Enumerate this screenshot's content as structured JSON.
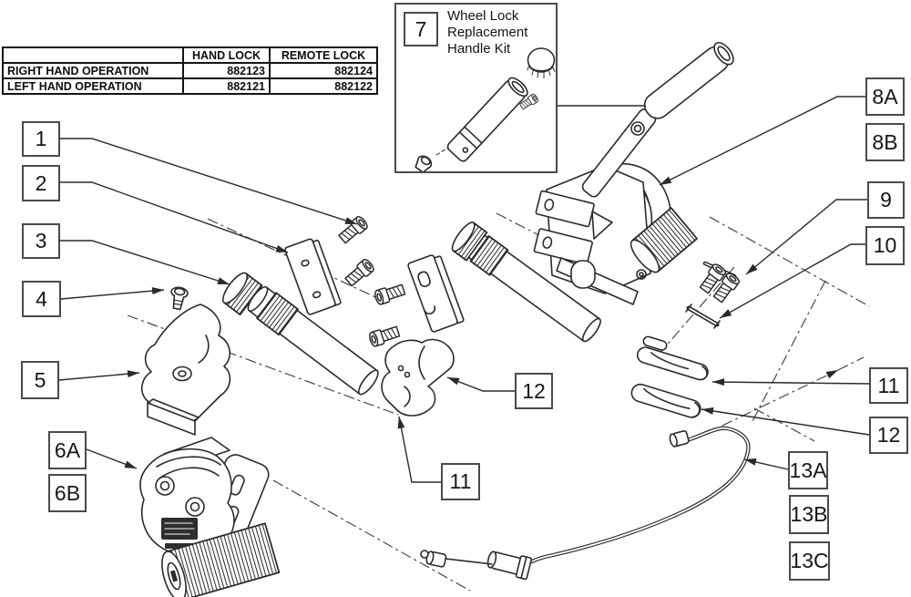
{
  "table": {
    "headers": [
      "",
      "HAND LOCK",
      "REMOTE LOCK"
    ],
    "rows": [
      {
        "operation": "RIGHT HAND OPERATION",
        "hand_lock": "882123",
        "remote_lock": "882124"
      },
      {
        "operation": "LEFT HAND OPERATION",
        "hand_lock": "882121",
        "remote_lock": "882122"
      }
    ]
  },
  "callout": {
    "number": "7",
    "title": "Wheel Lock Replacement Handle Kit"
  },
  "part_labels": {
    "n1": "1",
    "n2": "2",
    "n3": "3",
    "n4": "4",
    "n5": "5",
    "n6a": "6A",
    "n6b": "6B",
    "n8a": "8A",
    "n8b": "8B",
    "n9": "9",
    "n10": "10",
    "n11_right": "11",
    "n12_right": "12",
    "n12_center": "12",
    "n11_center": "11",
    "n13a": "13A",
    "n13b": "13B",
    "n13c": "13C"
  },
  "colors": {
    "line": "#2a2a2a",
    "centerline": "#3a3a3a",
    "label_border": "#4a4a4a",
    "table_border": "#141414",
    "background": "#ffffff"
  }
}
